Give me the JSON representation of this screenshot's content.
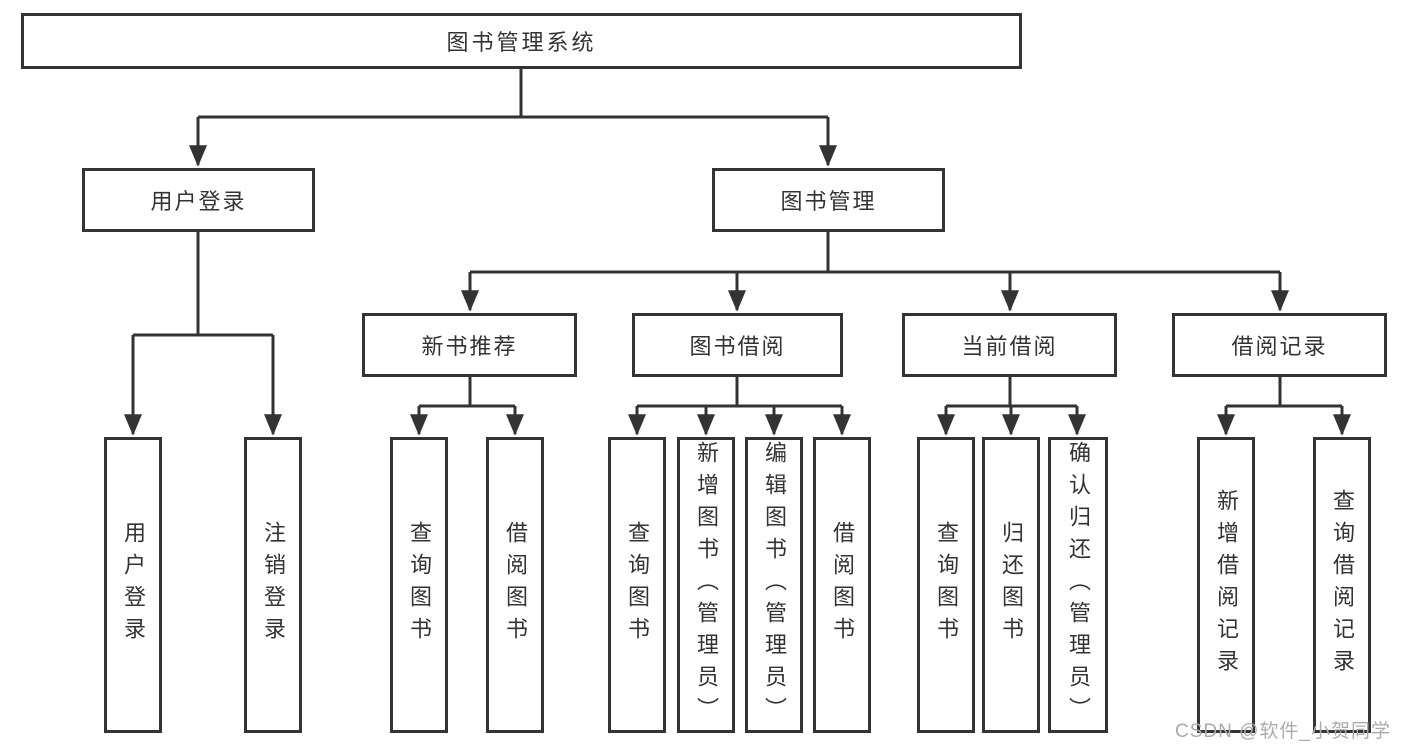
{
  "tree": {
    "root": "图书管理系统",
    "level2": [
      "用户登录",
      "图书管理"
    ],
    "level3": [
      "新书推荐",
      "图书借阅",
      "当前借阅",
      "借阅记录"
    ],
    "level4": {
      "user_login": [
        "用户登录",
        "注销登录"
      ],
      "new_book_recommend": [
        "查询图书",
        "借阅图书"
      ],
      "book_borrow": [
        "查询图书",
        "新增图书（管理员）",
        "编辑图书（管理员）",
        "借阅图书"
      ],
      "current_borrow": [
        "查询图书",
        "归还图书",
        "确认归还（管理员）"
      ],
      "borrow_record": [
        "新增借阅记录",
        "查询借阅记录"
      ]
    }
  },
  "watermark": "CSDN @软件_小贺同学",
  "colors": {
    "line": "#333333",
    "text": "#333333",
    "box_background": "#ffffff",
    "page_background": "#ffffff",
    "watermark": "#ababab"
  }
}
